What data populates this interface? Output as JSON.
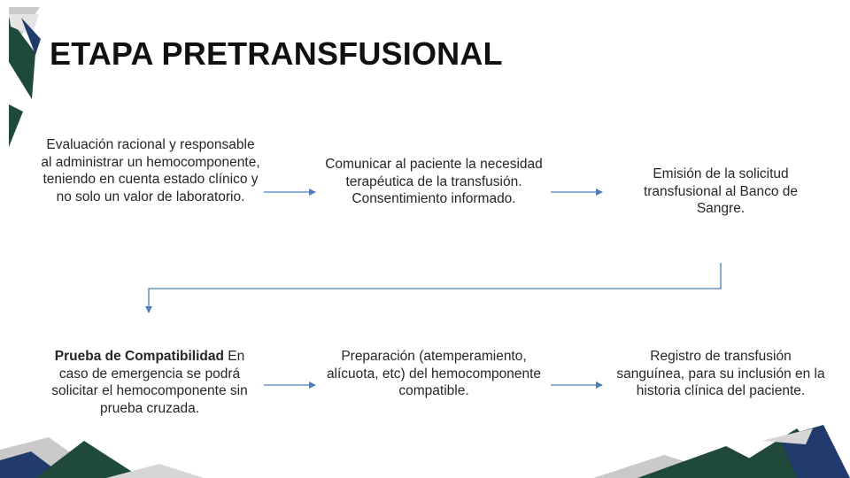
{
  "slide": {
    "title": "ETAPA PRETRANSFUSIONAL",
    "colors": {
      "arrow": "#4a7ebb",
      "dark_green": "#1f4a3a",
      "navy": "#1f3a6b",
      "grey": "#c9c9c9"
    }
  },
  "flow": {
    "row1": [
      {
        "text": "Evaluación racional y responsable al  administrar un hemocomponente, teniendo en cuenta estado clínico y no solo un valor de laboratorio."
      },
      {
        "text": "Comunicar al paciente la necesidad terapéutica de la transfusión. Consentimiento informado."
      },
      {
        "text": "Emisión de la solicitud transfusional al Banco de Sangre."
      }
    ],
    "row2": [
      {
        "bold": "Prueba de Compatibilidad",
        "text": " En caso de emergencia se podrá solicitar el hemocomponente sin prueba cruzada."
      },
      {
        "text": "Preparación (atemperamiento, alícuota, etc) del hemocomponente compatible."
      },
      {
        "text": "Registro de transfusión sanguínea, para su inclusión en la historia clínica del paciente."
      }
    ]
  }
}
